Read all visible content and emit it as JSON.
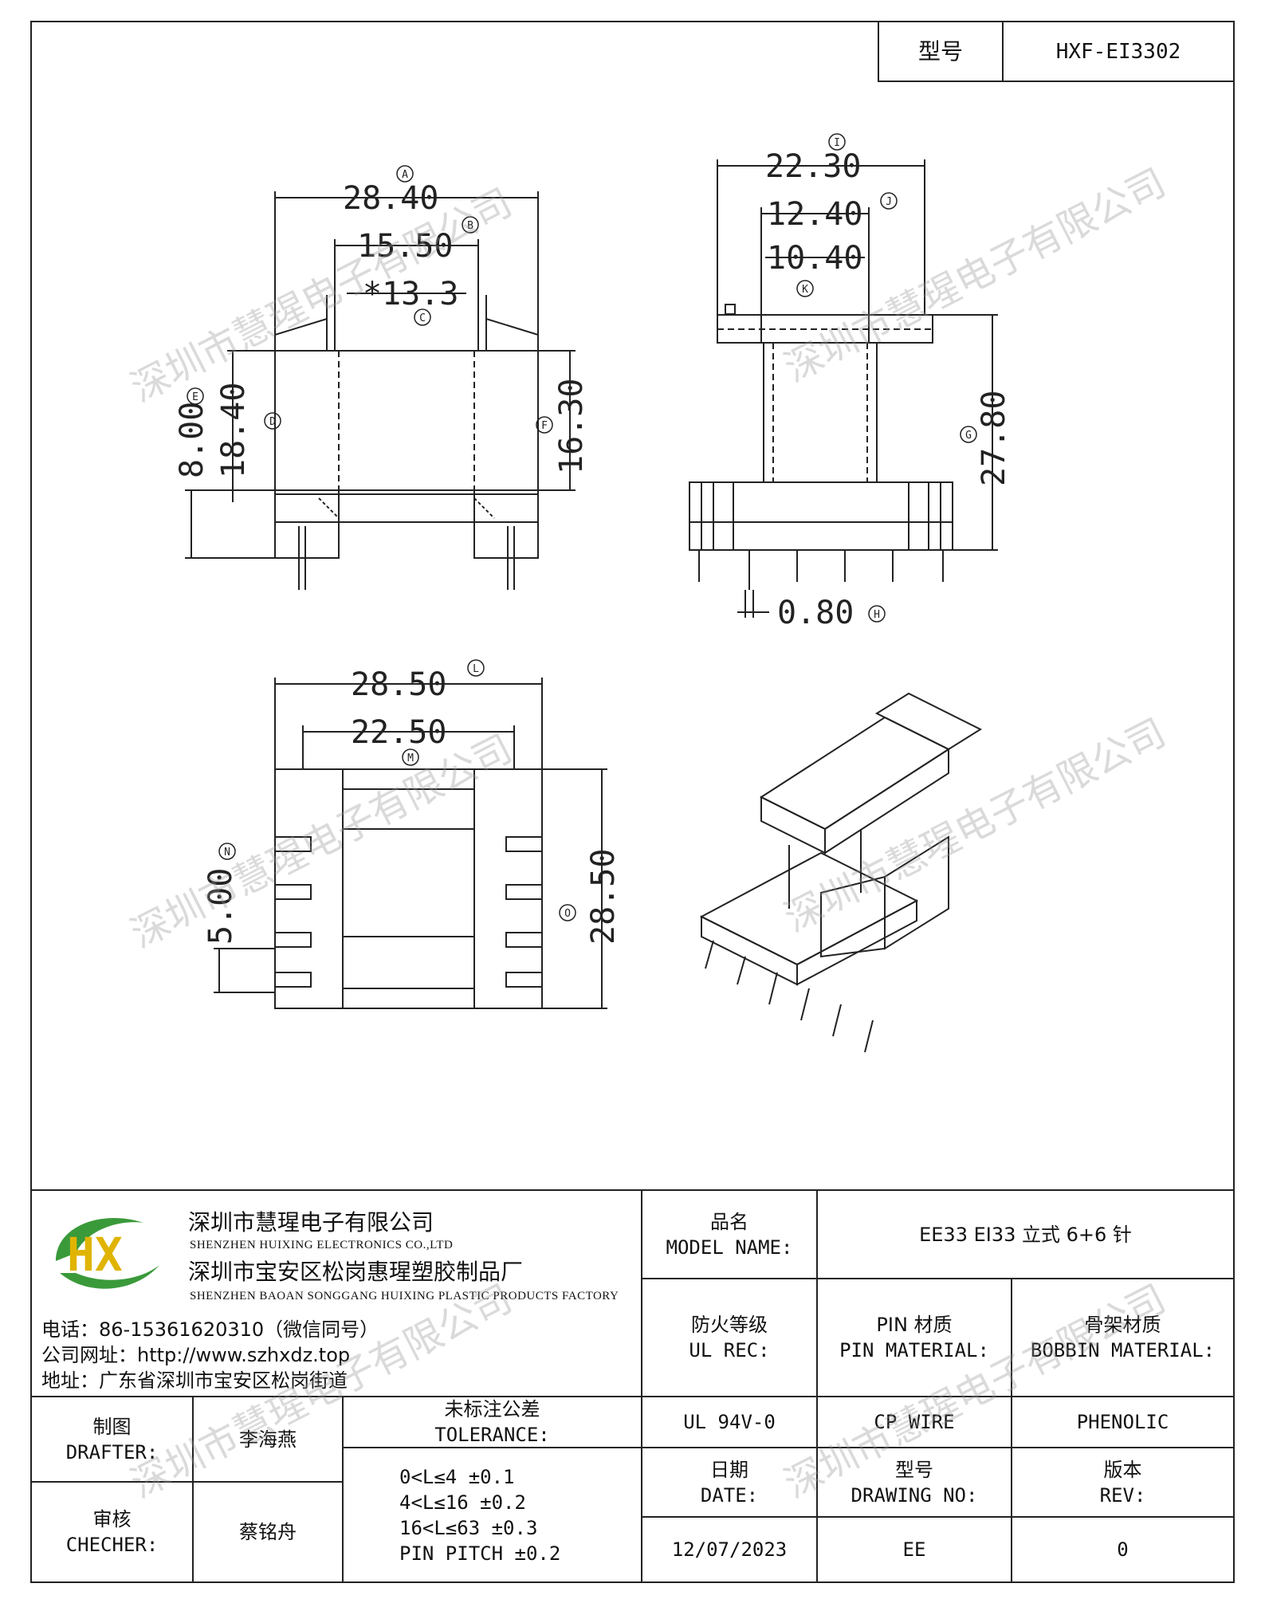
{
  "header": {
    "model_label": "型号",
    "model_value": "HXF-EI3302"
  },
  "dimensions": {
    "front_a": "28.40",
    "front_b": "15.50",
    "front_c": "*13.3",
    "front_e": "8.00",
    "front_d": "18.40",
    "front_f": "16.30",
    "side_i": "22.30",
    "side_j": "12.40",
    "side_k": "10.40",
    "side_g": "27.80",
    "side_h": "0.80",
    "bottom_l": "28.50",
    "bottom_m": "22.50",
    "bottom_n": "5.00",
    "bottom_o": "28.50"
  },
  "markers": {
    "a": "A",
    "b": "B",
    "c": "C",
    "d": "D",
    "e": "E",
    "f": "F",
    "g": "G",
    "h": "H",
    "i": "I",
    "j": "J",
    "k": "K",
    "l": "L",
    "m": "M",
    "n": "N",
    "o": "O"
  },
  "watermark": "深圳市慧瑆电子有限公司",
  "company": {
    "logo_text": "HX",
    "name_cn": "深圳市慧瑆电子有限公司",
    "name_en": "SHENZHEN HUIXING ELECTRONICS CO.,LTD",
    "factory_cn": "深圳市宝安区松岗惠瑆塑胶制品厂",
    "factory_en": "SHENZHEN BAOAN SONGGANG HUIXING PLASTIC PRODUCTS FACTORY",
    "phone": "电话：86-15361620310（微信同号）",
    "website": "公司网址：http://www.szhxdz.top",
    "address": "地址：广东省深圳市宝安区松岗街道"
  },
  "title_block": {
    "model_name_cn": "品名",
    "model_name_en": "MODEL NAME:",
    "model_name_value": "EE33 EI33 立式 6+6 针",
    "ul_cn": "防火等级",
    "ul_en": "UL REC:",
    "pin_cn": "PIN 材质",
    "pin_en": "PIN MATERIAL:",
    "bobbin_cn": "骨架材质",
    "bobbin_en": "BOBBIN MATERIAL:",
    "ul_value": "UL 94V-0",
    "pin_value": "CP WIRE",
    "bobbin_value": "PHENOLIC",
    "drafter_cn": "制图",
    "drafter_en": "DRAFTER:",
    "drafter_value": "李海燕",
    "checker_cn": "审核",
    "checker_en": "CHECHER:",
    "checker_value": "蔡铭舟",
    "tolerance_cn": "未标注公差",
    "tolerance_en": "TOLERANCE:",
    "tolerances": [
      "0<L≤4   ±0.1",
      "4<L≤16  ±0.2",
      "16<L≤63 ±0.3",
      "PIN PITCH ±0.2"
    ],
    "date_cn": "日期",
    "date_en": "DATE:",
    "drawing_cn": "型号",
    "drawing_en": "DRAWING NO:",
    "rev_cn": "版本",
    "rev_en": "REV:",
    "date_value": "12/07/2023",
    "drawing_value": "EE",
    "rev_value": "0"
  },
  "colors": {
    "logo_green": "#3a9a3a",
    "logo_yellow": "#e0b400",
    "line": "#222222"
  }
}
